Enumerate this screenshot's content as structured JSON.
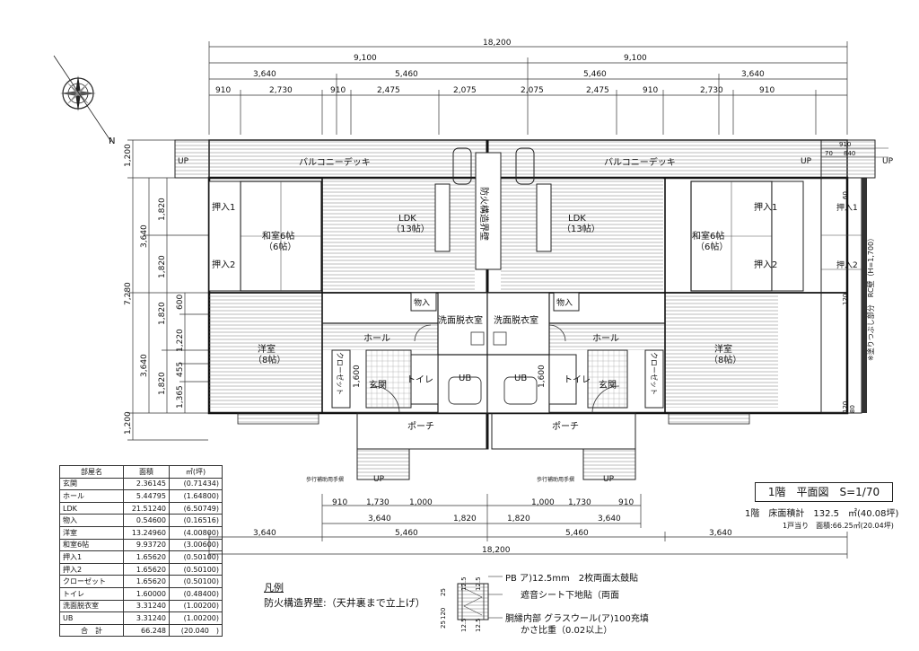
{
  "dims": {
    "total_width": "18,200",
    "half": "9,100",
    "d3640": "3,640",
    "d5460": "5,460",
    "d910": "910",
    "d2730": "2,730",
    "d2475": "2,475",
    "d2075": "2,075",
    "d1730": "1,730",
    "d1000": "1,000",
    "d1820": "1,820",
    "d1200": "1,200",
    "d7280": "7,280",
    "d600": "600",
    "d1220": "1,220",
    "d455": "455",
    "d1365": "1,365",
    "d1600": "1,600",
    "d840": "840",
    "d70": "70",
    "d120": "120",
    "d80": "80",
    "d60": "60"
  },
  "rooms": {
    "balcony": "バルコニーデッキ",
    "ldk": "LDK",
    "ldk_size": "（13帖）",
    "washitsu": "和室6帖",
    "washitsu_size": "（6帖）",
    "youshitsu": "洋室",
    "youshitsu_size": "（8帖）",
    "oshiire1": "押入1",
    "oshiire2": "押入2",
    "hall": "ホール",
    "entrance": "玄関",
    "toilet": "トイレ",
    "ub": "UB",
    "senmen": "洗面脱衣室",
    "closet": "クローゼット",
    "porch": "ポーチ",
    "monoire": "物入",
    "fire_wall": "防火構造界壁",
    "handrail": "歩行補助用手摺",
    "up": "UP"
  },
  "side_note": "※塗りつぶし部分　RC壁（H=1,700）",
  "area_table": {
    "headers": [
      "部屋名",
      "面積",
      "㎡(坪)"
    ],
    "rows": [
      [
        "玄関",
        "2.36145",
        "(0.71434)"
      ],
      [
        "ホール",
        "5.44795",
        "(1.64800)"
      ],
      [
        "LDK",
        "21.51240",
        "(6.50749)"
      ],
      [
        "物入",
        "0.54600",
        "(0.16516)"
      ],
      [
        "洋室",
        "13.24960",
        "(4.00800)"
      ],
      [
        "和室6帖",
        "9.93720",
        "(3.00600)"
      ],
      [
        "押入1",
        "1.65620",
        "(0.50100)"
      ],
      [
        "押入2",
        "1.65620",
        "(0.50100)"
      ],
      [
        "クローゼット",
        "1.65620",
        "(0.50100)"
      ],
      [
        "トイレ",
        "1.60000",
        "(0.48400)"
      ],
      [
        "洗面脱衣室",
        "3.31240",
        "(1.00200)"
      ],
      [
        "UB",
        "3.31240",
        "(1.00200)"
      ]
    ],
    "total_label": "合　計",
    "total_area": "66.248",
    "total_tsubo": "(20.040　)"
  },
  "title": {
    "plan": "1階　平面図　S=1/70",
    "floor_total": "1階　床面積計　132.5　㎡(40.08坪)",
    "per_unit": "1戸当り　面積:66.25㎡(20.04坪)"
  },
  "legend": {
    "heading": "凡例",
    "fire_wall": "防火構造界壁:（天井裏まで立上げ）",
    "spec1": "PB ア)12.5mm　2枚両面太鼓貼",
    "spec2": "遮音シート下地貼（両面",
    "spec3": "胴縁内部 グラスウール(ア)100充填",
    "spec4": "かさ比重（0.02以上）",
    "t125": "12.5",
    "t25": "25",
    "t120": "120"
  },
  "compass": "N"
}
